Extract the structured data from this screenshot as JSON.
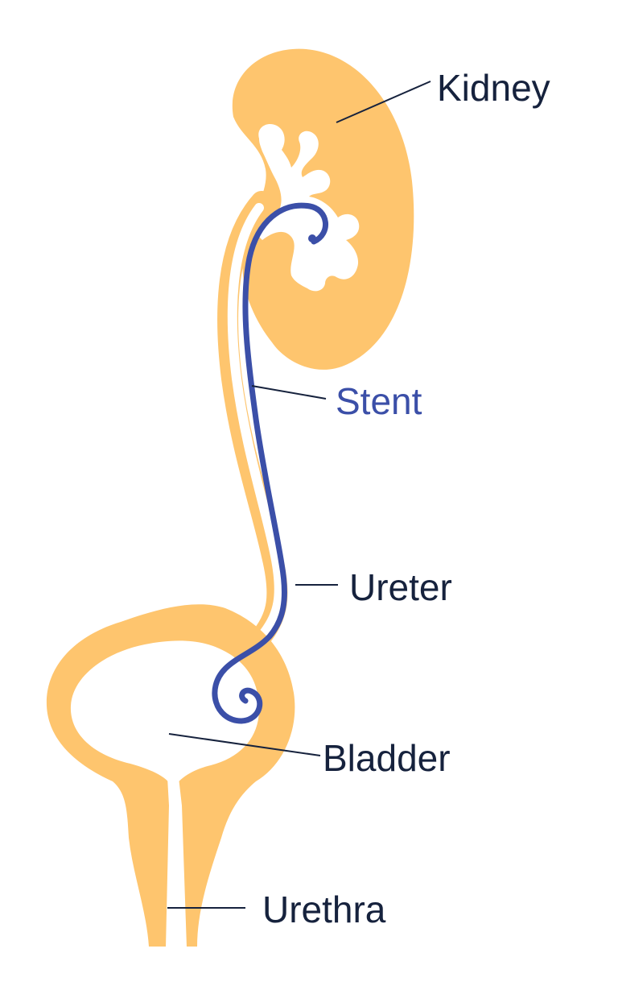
{
  "diagram": {
    "labels": {
      "kidney": "Kidney",
      "stent": "Stent",
      "ureter": "Ureter",
      "bladder": "Bladder",
      "urethra": "Urethra"
    },
    "colors": {
      "organ": "#FEC56E",
      "stent": "#3B4FA8",
      "text": "#16223D",
      "background": "#FFFFFF"
    }
  }
}
